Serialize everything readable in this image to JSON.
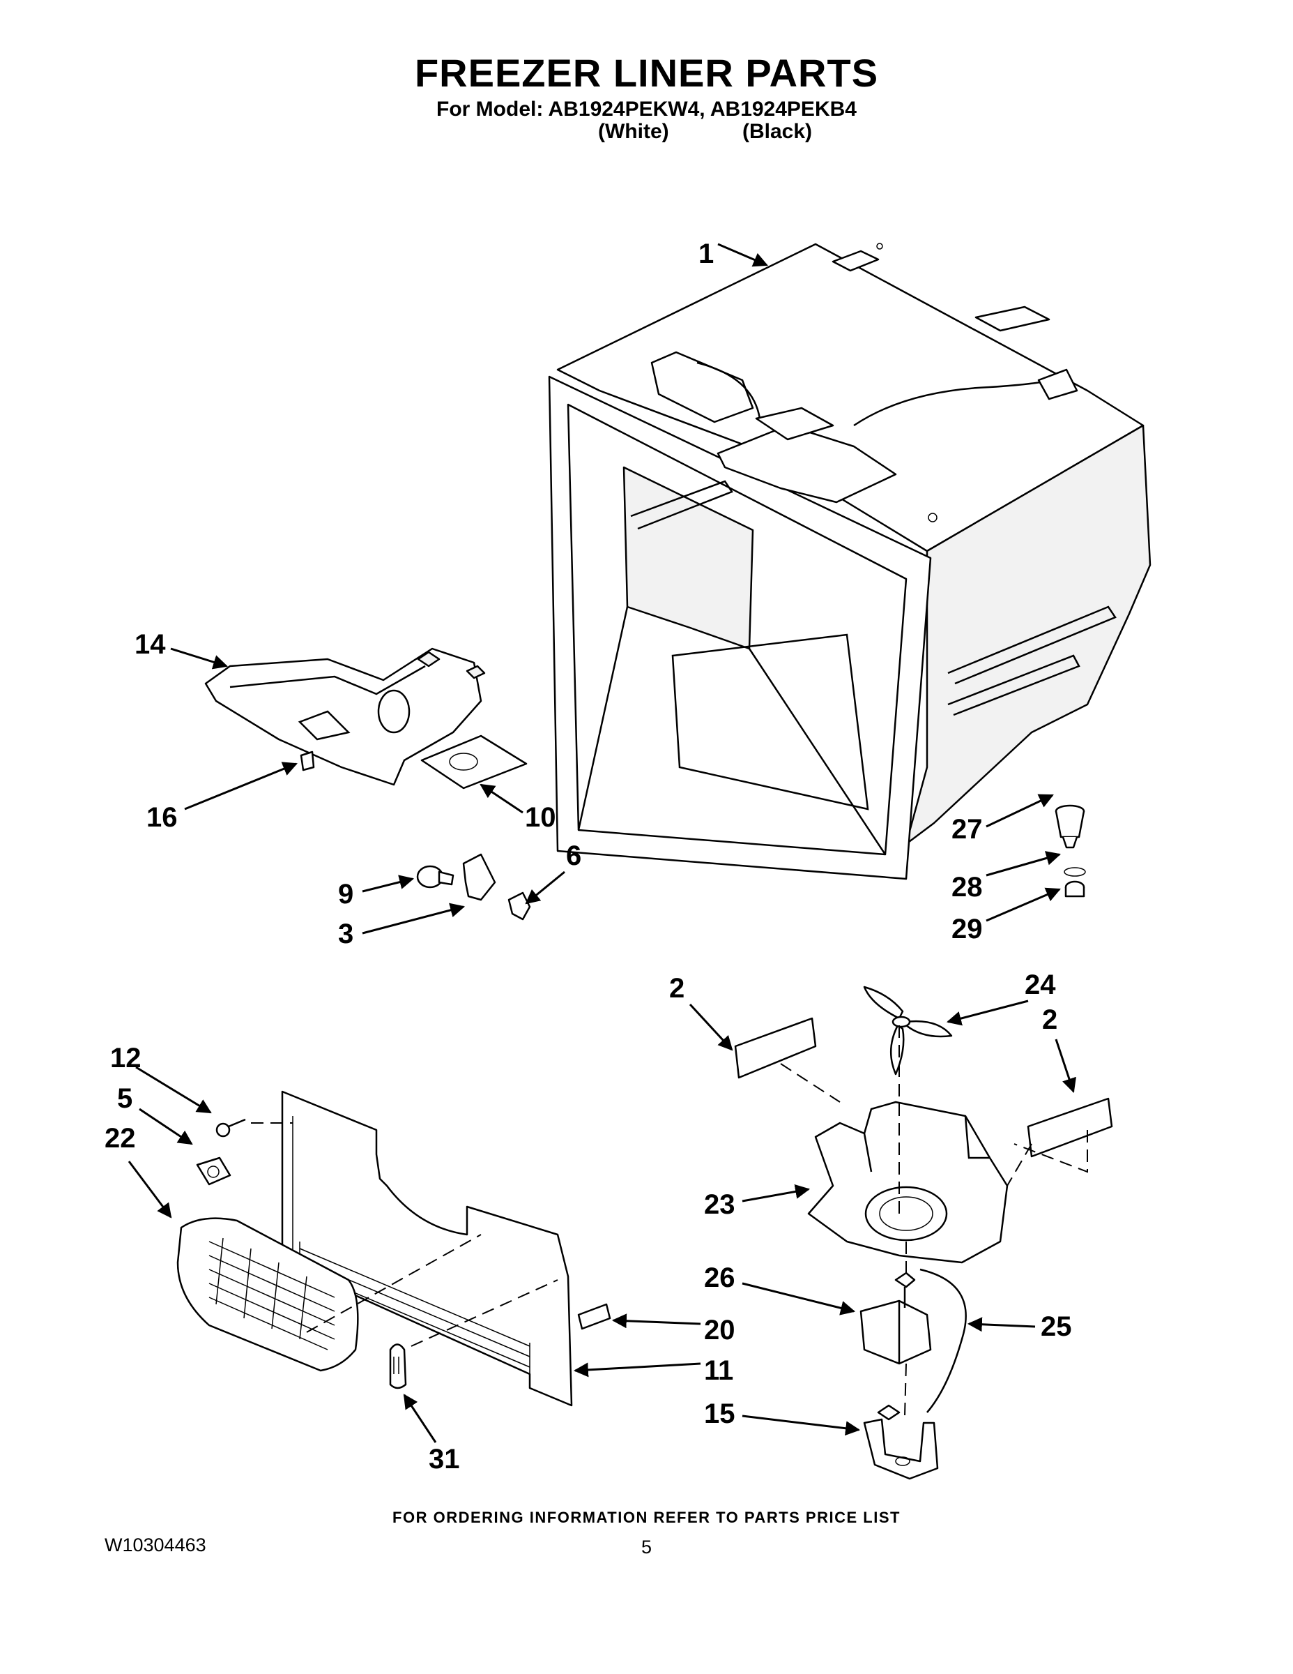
{
  "header": {
    "title": "FREEZER LINER PARTS",
    "model_line": "For Model: AB1924PEKW4, AB1924PEKB4",
    "variant_white": "(White)",
    "variant_black": "(Black)"
  },
  "callouts": [
    "1",
    "14",
    "16",
    "10",
    "6",
    "9",
    "3",
    "27",
    "28",
    "29",
    "2",
    "24",
    "2",
    "12",
    "5",
    "22",
    "23",
    "26",
    "25",
    "20",
    "11",
    "15",
    "31"
  ],
  "footer": {
    "ordering_note": "FOR ORDERING INFORMATION REFER TO PARTS PRICE LIST",
    "document_number": "W10304463",
    "page_number": "5"
  }
}
